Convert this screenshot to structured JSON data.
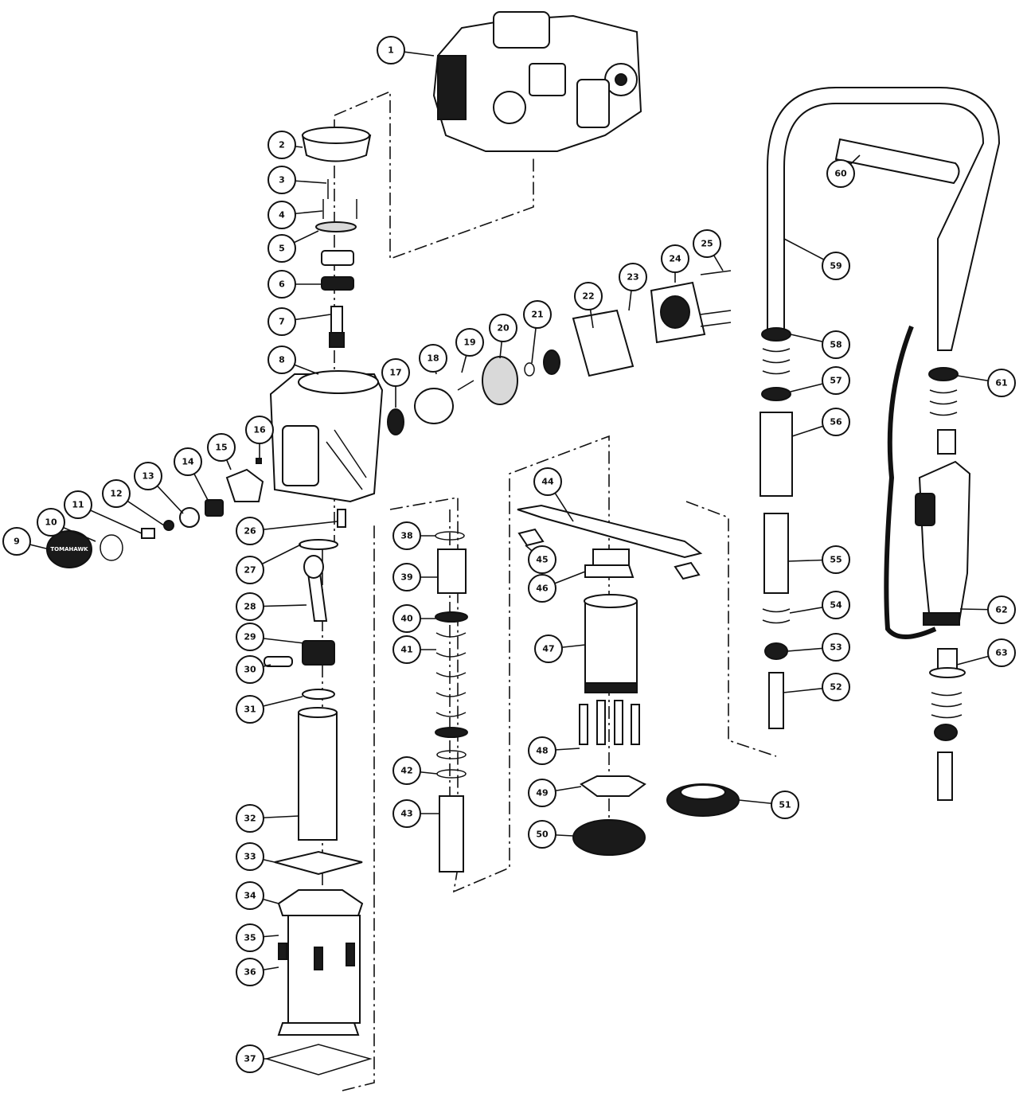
{
  "diagram": {
    "callouts": [
      {
        "id": "1"
      },
      {
        "id": "2"
      },
      {
        "id": "3"
      },
      {
        "id": "4"
      },
      {
        "id": "5"
      },
      {
        "id": "6"
      },
      {
        "id": "7"
      },
      {
        "id": "8"
      },
      {
        "id": "9"
      },
      {
        "id": "10"
      },
      {
        "id": "11"
      },
      {
        "id": "12"
      },
      {
        "id": "13"
      },
      {
        "id": "14"
      },
      {
        "id": "15"
      },
      {
        "id": "16"
      },
      {
        "id": "17"
      },
      {
        "id": "18"
      },
      {
        "id": "19"
      },
      {
        "id": "20"
      },
      {
        "id": "21"
      },
      {
        "id": "22"
      },
      {
        "id": "23"
      },
      {
        "id": "24"
      },
      {
        "id": "25"
      },
      {
        "id": "26"
      },
      {
        "id": "27"
      },
      {
        "id": "28"
      },
      {
        "id": "29"
      },
      {
        "id": "30"
      },
      {
        "id": "31"
      },
      {
        "id": "32"
      },
      {
        "id": "33"
      },
      {
        "id": "34"
      },
      {
        "id": "35"
      },
      {
        "id": "36"
      },
      {
        "id": "37"
      },
      {
        "id": "38"
      },
      {
        "id": "39"
      },
      {
        "id": "40"
      },
      {
        "id": "41"
      },
      {
        "id": "42"
      },
      {
        "id": "43"
      },
      {
        "id": "44"
      },
      {
        "id": "45"
      },
      {
        "id": "46"
      },
      {
        "id": "47"
      },
      {
        "id": "48"
      },
      {
        "id": "49"
      },
      {
        "id": "50"
      },
      {
        "id": "51"
      },
      {
        "id": "52"
      },
      {
        "id": "53"
      },
      {
        "id": "54"
      },
      {
        "id": "55"
      },
      {
        "id": "56"
      },
      {
        "id": "57"
      },
      {
        "id": "58"
      },
      {
        "id": "59"
      },
      {
        "id": "60"
      },
      {
        "id": "61"
      },
      {
        "id": "62"
      },
      {
        "id": "63"
      }
    ],
    "stamp_text": "TOMAHAWK"
  }
}
